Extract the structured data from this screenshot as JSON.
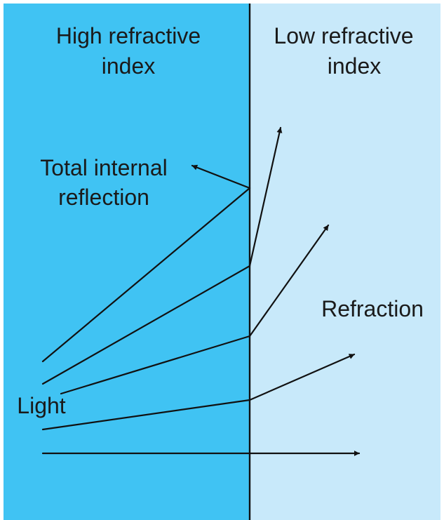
{
  "regions": {
    "high": {
      "label_line1": "High refractive",
      "label_line2": "index",
      "color": "#40c3f3"
    },
    "low": {
      "label_line1": "Low refractive",
      "label_line2": "index",
      "color": "#c8e9fa"
    }
  },
  "annotations": {
    "tir_line1": "Total internal",
    "tir_line2": "reflection",
    "refraction": "Refraction",
    "light": "Light"
  },
  "colors": {
    "boundary": "#111111",
    "ray": "#111111",
    "text": "#1a1a1a"
  }
}
